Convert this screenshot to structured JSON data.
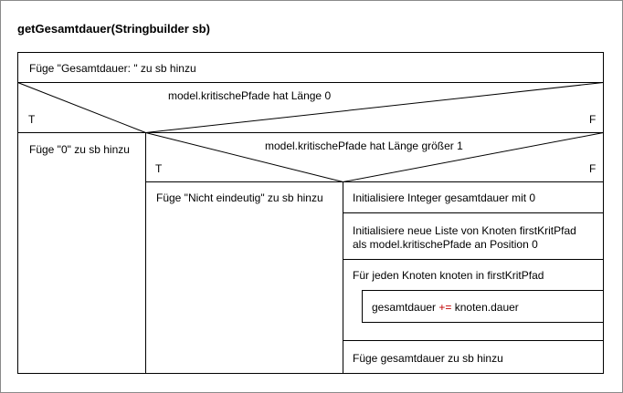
{
  "function_title": "getGesamtdauer(Stringbuilder sb)",
  "statements": {
    "first": "Füge \"Gesamtdauer: \" zu sb hinzu",
    "outer_true": "Füge \"0\" zu sb hinzu",
    "inner_true": "Füge \"Nicht eindeutig\" zu sb hinzu",
    "init_integer": "Initialisiere Integer gesamtdauer mit 0",
    "init_list_line1": "Initialisiere neue Liste von Knoten firstKritPfad",
    "init_list_line2": "als model.kritischePfade an Position 0",
    "loop_header": "Für jeden Knoten knoten in firstKritPfad",
    "loop_body_var": "gesamtdauer",
    "loop_body_op": "+=",
    "loop_body_value": "knoten.dauer",
    "final": "Füge gesamtdauer zu sb hinzu"
  },
  "decisions": {
    "outer_condition": "model.kritischePfade hat Länge 0",
    "inner_condition": "model.kritischePfade hat Länge größer 1",
    "true_label": "T",
    "false_label": "F"
  },
  "colors": {
    "line": "#000000",
    "operator": "#c00000",
    "frame": "#8a8a8a"
  }
}
